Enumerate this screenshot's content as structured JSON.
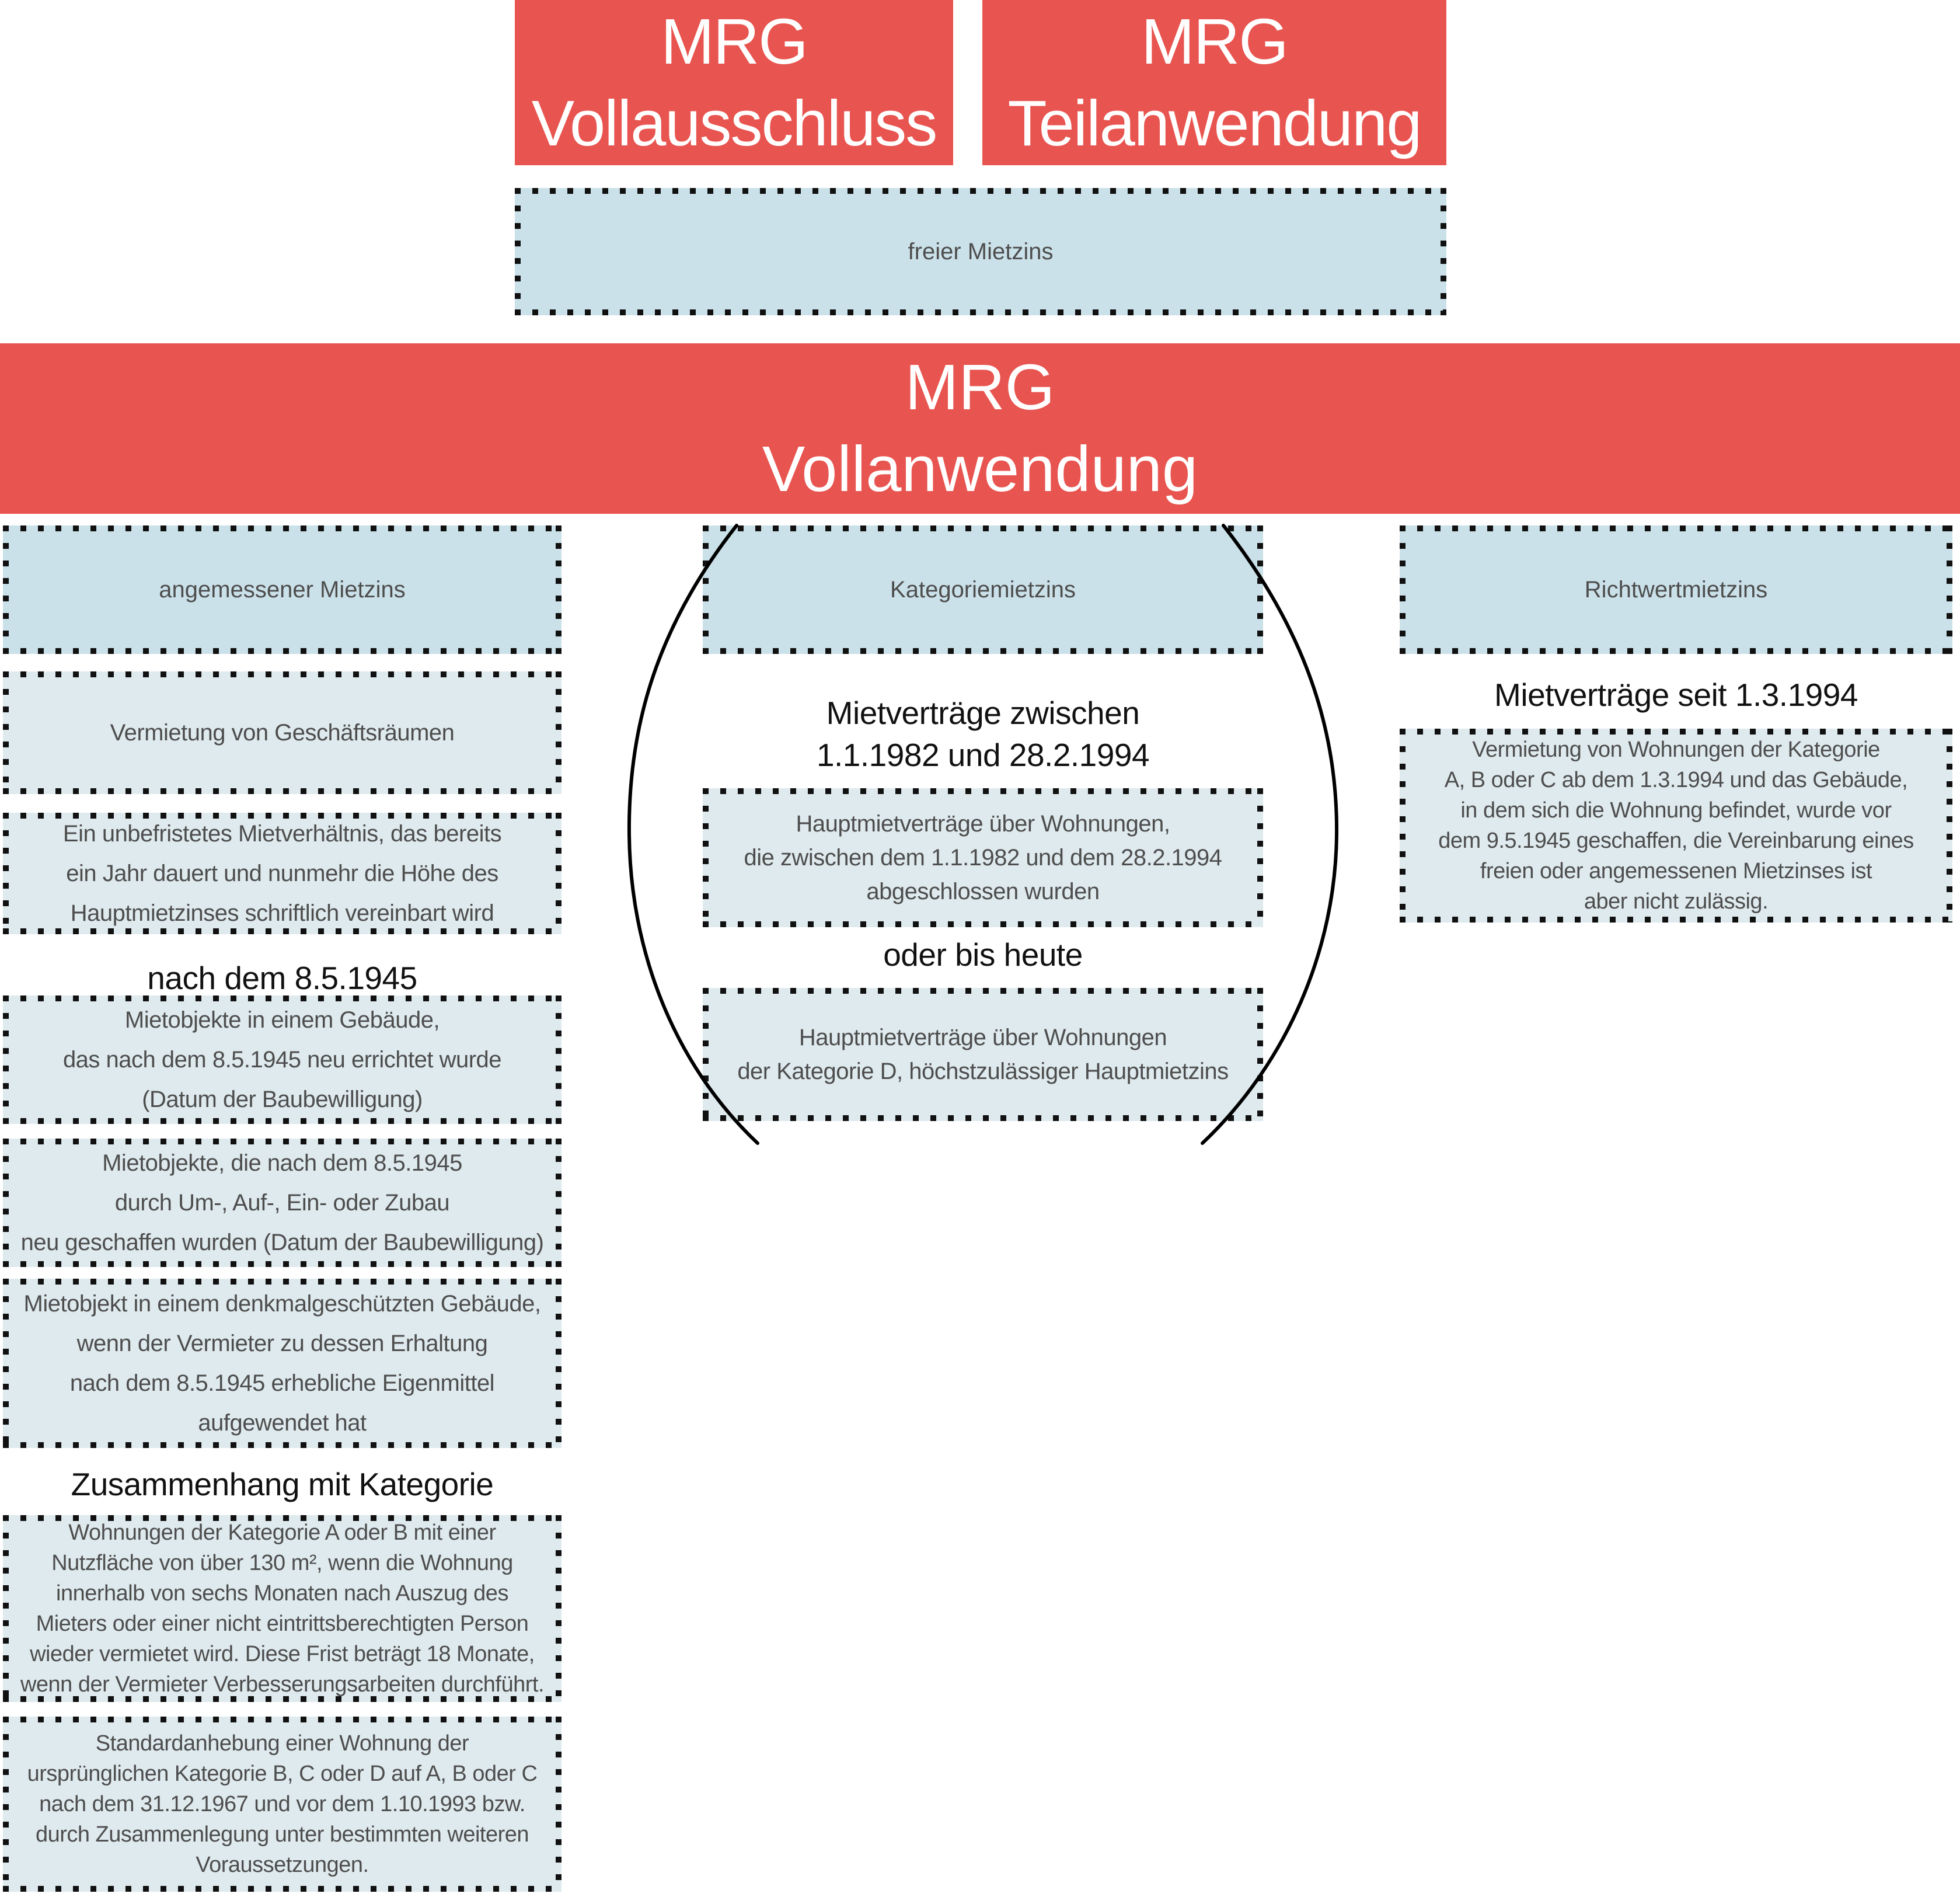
{
  "colors": {
    "red": "#e8544f",
    "header_blue": "#cbe1e9",
    "content_blue": "#dfeaee",
    "dot_border": "#111111",
    "body_text": "#4d4d4d",
    "heading_text": "#111111"
  },
  "top": {
    "vollausschluss": "MRG\nVollausschluss",
    "teilanwendung": "MRG\nTeilanwendung",
    "freier_mietzins": "freier Mietzins"
  },
  "banner": {
    "title": "MRG\nVollanwendung"
  },
  "left": {
    "header": "angemessener Mietzins",
    "geschaeftsraeume": "Vermietung von Geschäftsräumen",
    "unbefristet": "Ein unbefristetes Mietverhältnis, das bereits\nein Jahr dauert und nunmehr die Höhe des\nHauptmietzinses schriftlich vereinbart wird",
    "heading_1945": "nach dem 8.5.1945",
    "neu_errichtet": "Mietobjekte in einem Gebäude,\ndas nach dem 8.5.1945 neu errichtet wurde\n(Datum der Baubewilligung)",
    "zubau": "Mietobjekte, die nach dem 8.5.1945\ndurch Um-, Auf-, Ein- oder Zubau\nneu geschaffen wurden (Datum der Baubewilligung)",
    "denkmalschutz": "Mietobjekt in einem denkmalgeschützten Gebäude,\nwenn der Vermieter zu dessen Erhaltung\nnach dem 8.5.1945 erhebliche Eigenmittel\naufgewendet hat",
    "heading_kategorie": "Zusammenhang mit Kategorie",
    "kategorie_ab": "Wohnungen der Kategorie A oder B mit einer\nNutzfläche von über 130 m², wenn die Wohnung\ninnerhalb von sechs Monaten nach Auszug des\nMieters oder einer nicht eintrittsberechtigten Person\nwieder vermietet wird. Diese Frist beträgt 18 Monate,\nwenn der Vermieter Verbesserungsarbeiten durchführt.",
    "standardanhebung": "Standardanhebung einer Wohnung der\nursprünglichen Kategorie B, C oder D auf A, B oder C\nnach dem 31.12.1967 und vor dem 1.10.1993 bzw.\ndurch Zusammenlegung unter bestimmten weiteren\nVoraussetzungen."
  },
  "middle": {
    "header": "Kategoriemietzins",
    "heading_period": "Mietverträge zwischen\n1.1.1982 und 28.2.1994",
    "hauptmiet_1982": "Hauptmietverträge über Wohnungen,\ndie zwischen dem 1.1.1982 und dem 28.2.1994\nabgeschlossen wurden",
    "heading_oder": "oder bis heute",
    "kategorie_d": "Hauptmietverträge über Wohnungen\nder Kategorie D, höchstzulässiger Hauptmietzins"
  },
  "right": {
    "header": "Richtwertmietzins",
    "heading_seit": "Mietverträge seit 1.3.1994",
    "vermietung": "Vermietung von Wohnungen der Kategorie\nA, B oder C ab dem 1.3.1994 und das Gebäude,\nin dem sich die Wohnung befindet, wurde vor\ndem 9.5.1945 geschaffen, die Vereinbarung eines\nfreien oder angemessenen Mietzinses ist\naber nicht zulässig."
  }
}
